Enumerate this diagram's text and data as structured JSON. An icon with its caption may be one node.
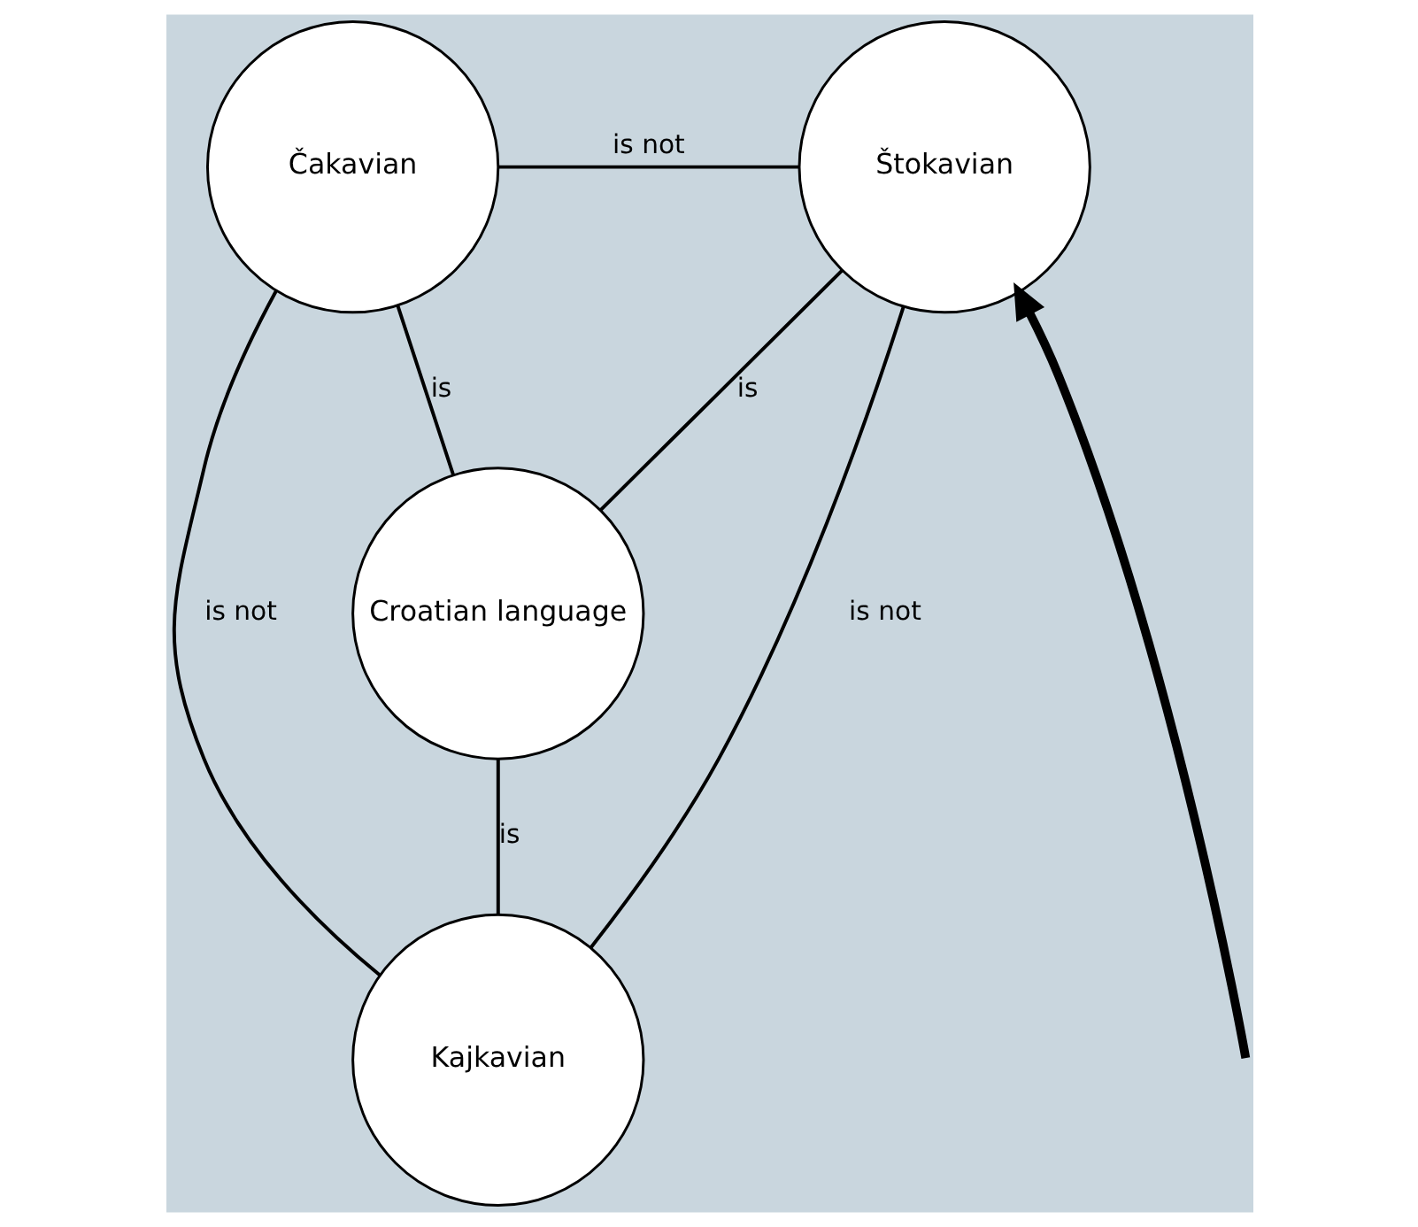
{
  "diagram": {
    "nodes": [
      {
        "text": [
          "Čakavian"
        ]
      },
      {
        "text": [
          "Štokavian"
        ]
      },
      {
        "text": [
          "Croatian language"
        ]
      },
      {
        "text": [
          "Kajkavian"
        ]
      }
    ],
    "edges": [
      {
        "from": 0,
        "to": 1,
        "arrow": "none",
        "label": "is not"
      },
      {
        "from": 0,
        "to": 2,
        "arrow": "none",
        "label": "is"
      },
      {
        "from": 1,
        "to": 2,
        "arrow": "none",
        "label": "is"
      },
      {
        "from": 0,
        "to": 3,
        "arrow": "none",
        "label": "is not"
      },
      {
        "from": 2,
        "to": 3,
        "arrow": "none",
        "label": "is"
      },
      {
        "from": 1,
        "to": 3,
        "arrow": "none",
        "label": "is not"
      },
      {
        "from": null,
        "to": 1,
        "arrow": "to",
        "style": "thick"
      }
    ]
  }
}
